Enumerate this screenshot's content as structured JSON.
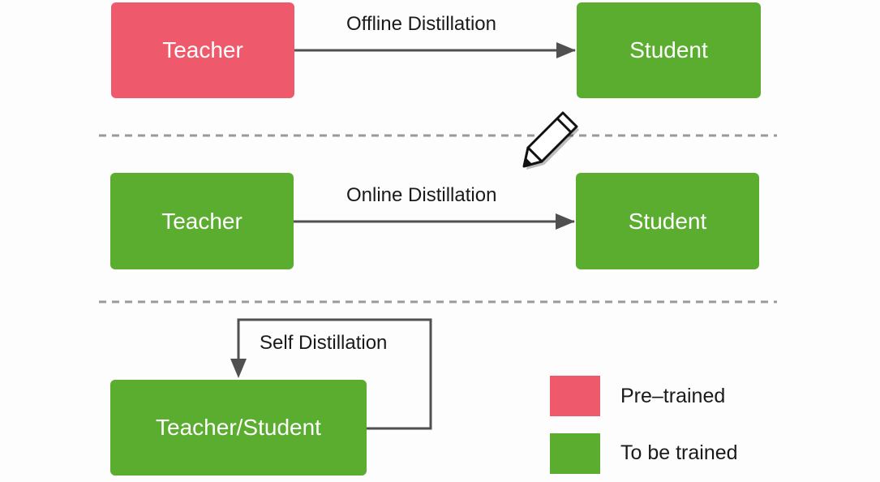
{
  "colors": {
    "pretrained": "#ef596c",
    "to_be_trained": "#5aad2f",
    "arrow": "#505050",
    "separator": "#9a9a9a"
  },
  "offline": {
    "teacher": "Teacher",
    "student": "Student",
    "edge_label": "Offline Distillation"
  },
  "online": {
    "teacher": "Teacher",
    "student": "Student",
    "edge_label": "Online Distillation"
  },
  "self": {
    "node": "Teacher/Student",
    "edge_label": "Self Distillation"
  },
  "legend": {
    "pretrained_label": "Pre–trained",
    "to_be_trained_label": "To be trained"
  },
  "icons": {
    "pen": "pencil-icon"
  }
}
